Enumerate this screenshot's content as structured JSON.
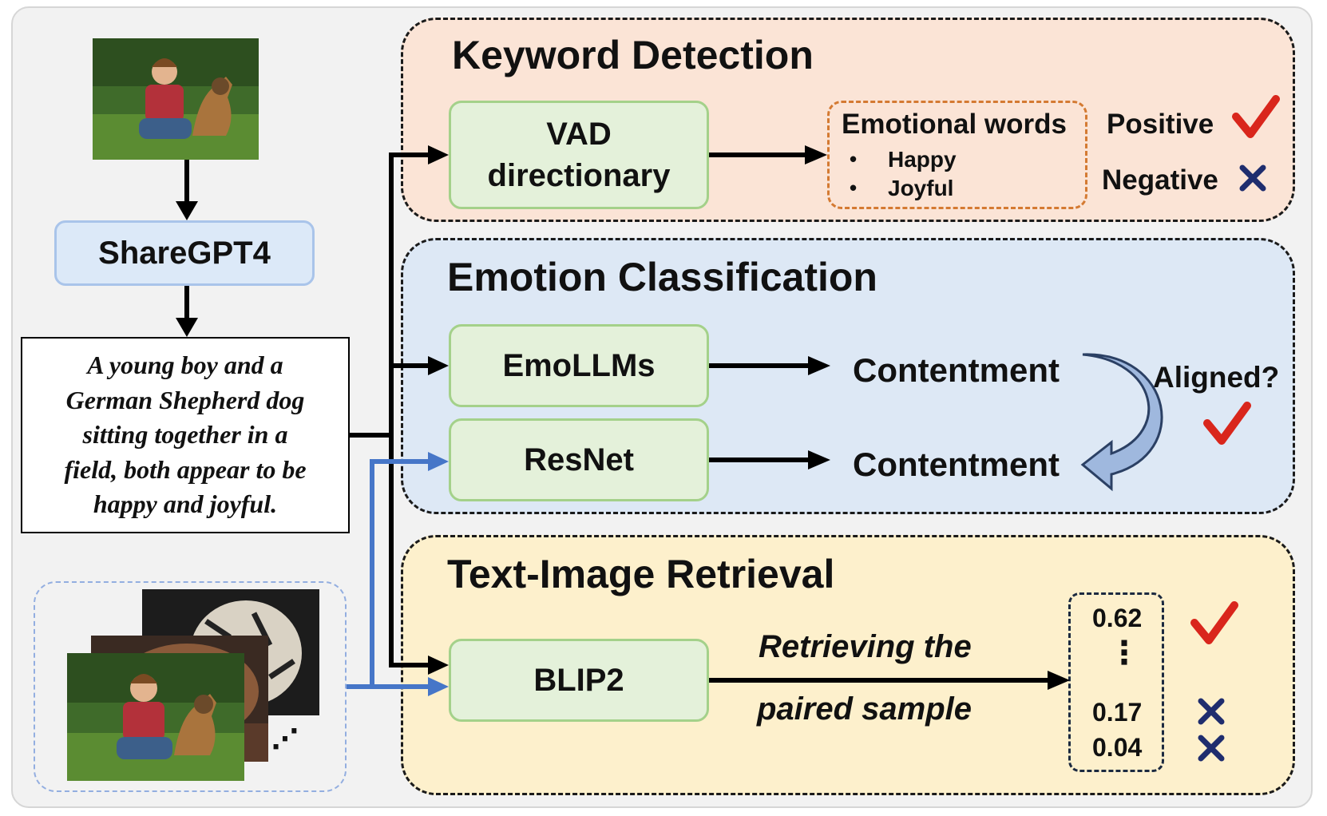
{
  "sharegpt": {
    "label": "ShareGPT4"
  },
  "caption": {
    "lines": [
      "A young boy and a",
      "German Shepherd dog",
      "sitting together in a",
      "field, both appear to be",
      "happy and joyful."
    ]
  },
  "image_stack": {
    "ellipsis": "⋰"
  },
  "keyword_detection": {
    "title": "Keyword Detection",
    "vad_box": [
      "VAD",
      "directionary"
    ],
    "emotional_words": {
      "heading": "Emotional words",
      "items": [
        "Happy",
        "Joyful"
      ],
      "bullet": "•"
    },
    "positive": {
      "label": "Positive",
      "mark": "check-icon"
    },
    "negative": {
      "label": "Negative",
      "mark": "cross-icon"
    }
  },
  "emotion_classification": {
    "title": "Emotion Classification",
    "emollms": {
      "label": "EmoLLMs",
      "output": "Contentment"
    },
    "resnet": {
      "label": "ResNet",
      "output": "Contentment"
    },
    "aligned_label": "Aligned?"
  },
  "text_image_retrieval": {
    "title": "Text-Image Retrieval",
    "blip2": {
      "label": "BLIP2"
    },
    "retrieval_text": [
      "Retrieving the",
      "paired sample"
    ],
    "scores": {
      "top": "0.62",
      "mid": "0.17",
      "bottom": "0.04",
      "dots": "⋮"
    }
  },
  "colors": {
    "check": "#d9261c",
    "cross": "#1f2d6e",
    "blue_arrow": "#4676c8",
    "green_box": "#e4f1da",
    "blue_box": "#dce9f8"
  }
}
